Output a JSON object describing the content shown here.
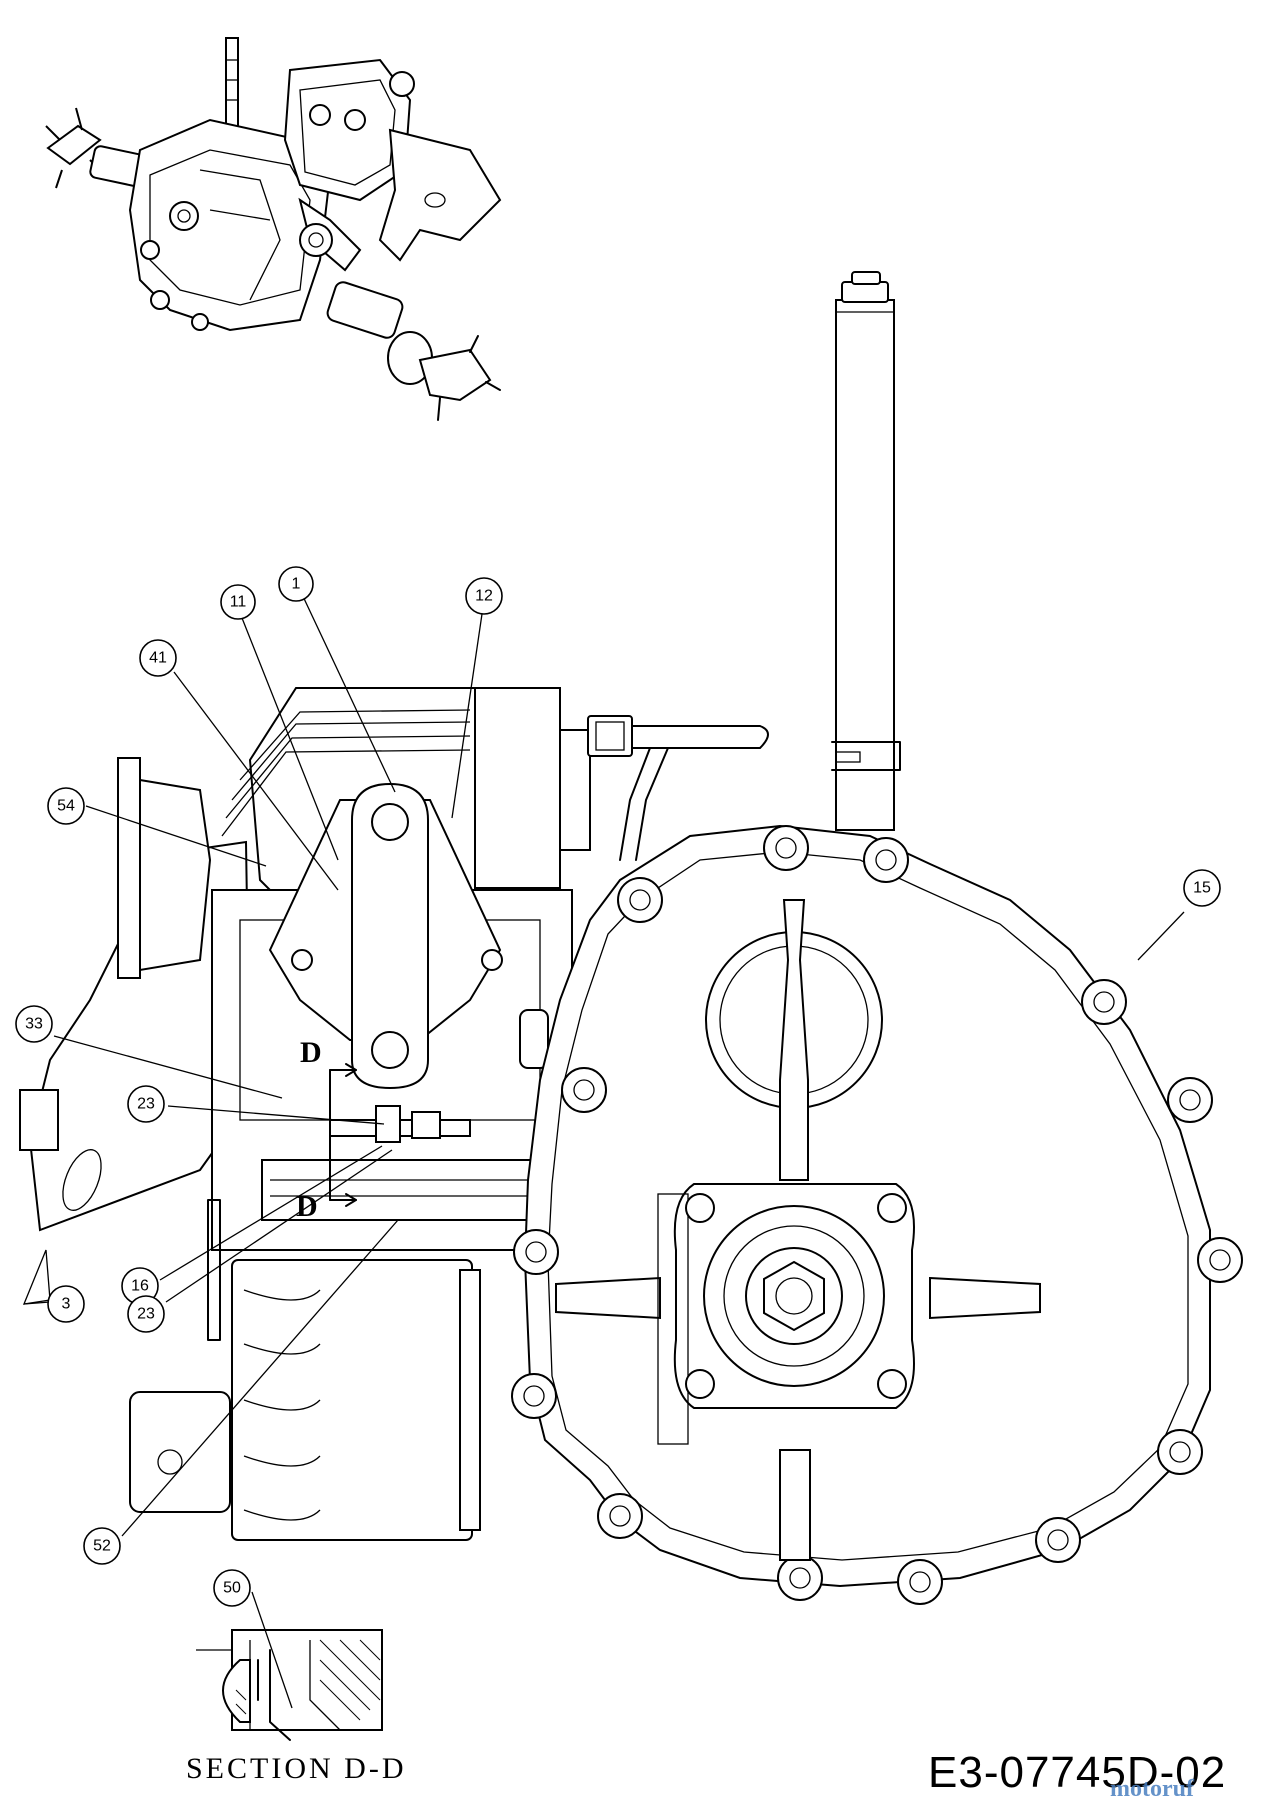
{
  "diagram": {
    "drawing_number": "E3-07745D-02",
    "section_caption": "SECTION  D-D",
    "section_marker": "D",
    "watermark": "motoruf",
    "callouts": [
      {
        "id": "c1",
        "label": "1"
      },
      {
        "id": "c11",
        "label": "11"
      },
      {
        "id": "c12",
        "label": "12"
      },
      {
        "id": "c41",
        "label": "41"
      },
      {
        "id": "c54",
        "label": "54"
      },
      {
        "id": "c15",
        "label": "15"
      },
      {
        "id": "c33",
        "label": "33"
      },
      {
        "id": "c23a",
        "label": "23"
      },
      {
        "id": "c16",
        "label": "16"
      },
      {
        "id": "c3",
        "label": "3"
      },
      {
        "id": "c23b",
        "label": "23"
      },
      {
        "id": "c52",
        "label": "52"
      },
      {
        "id": "c50",
        "label": "50"
      }
    ]
  }
}
